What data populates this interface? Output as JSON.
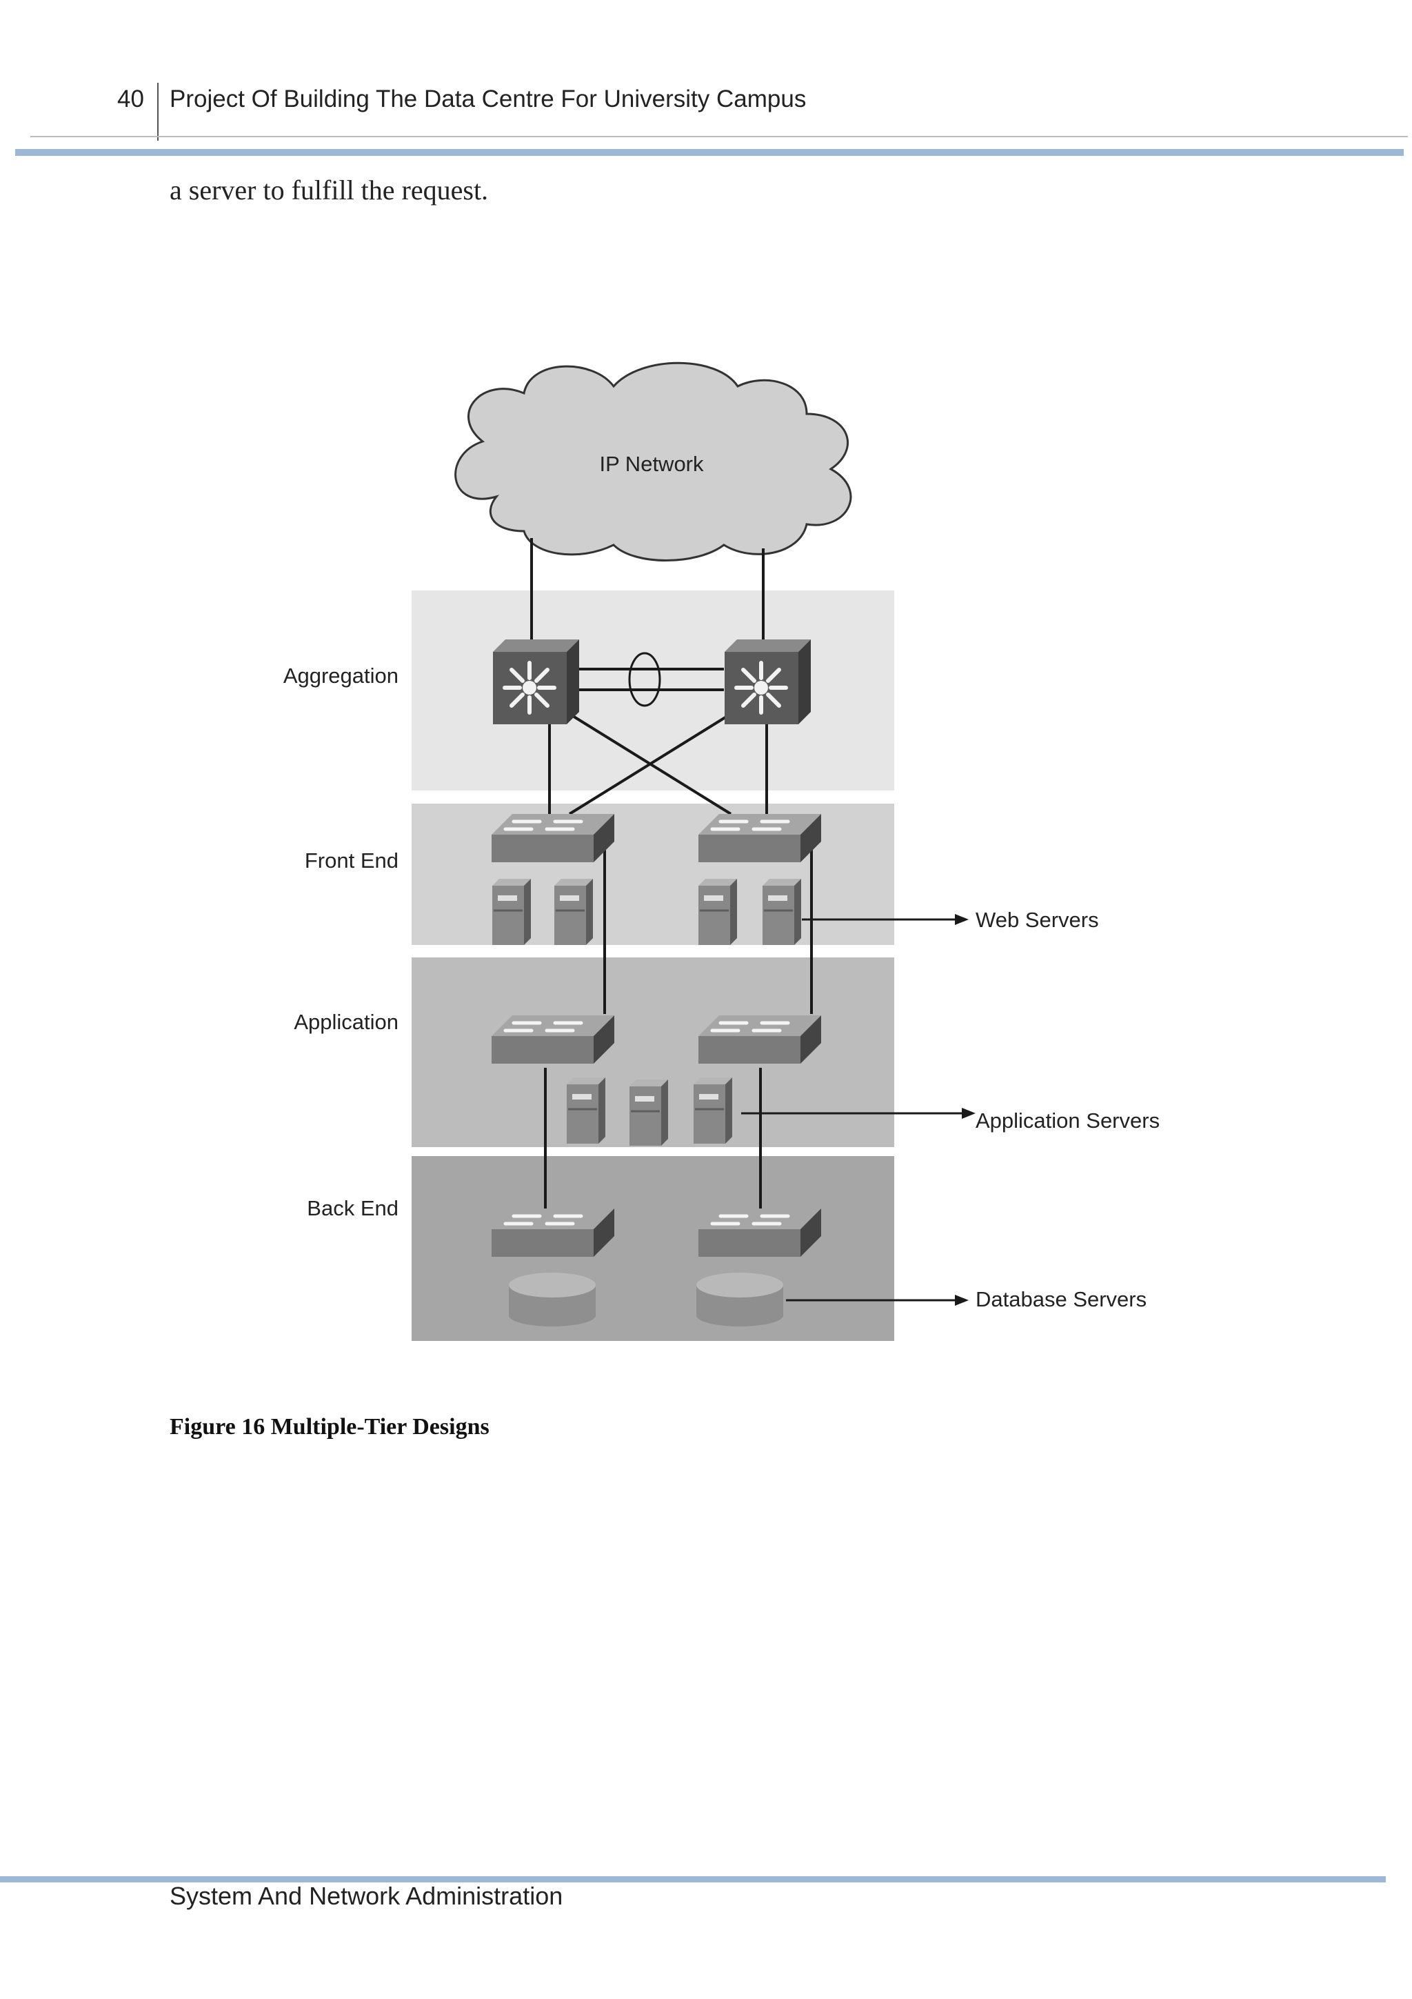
{
  "header": {
    "page_number": "40",
    "title": "Project Of Building The Data Centre For University Campus"
  },
  "body_text": "a server to fulfill the request.",
  "figure": {
    "cloud_label": "IP Network",
    "tiers": [
      "Aggregation",
      "Front End",
      "Application",
      "Back End"
    ],
    "callouts": [
      "Web Servers",
      "Application Servers",
      "Database Servers"
    ],
    "caption": "Figure 16 Multiple-Tier Designs"
  },
  "footer": {
    "text": "System And Network Administration"
  }
}
